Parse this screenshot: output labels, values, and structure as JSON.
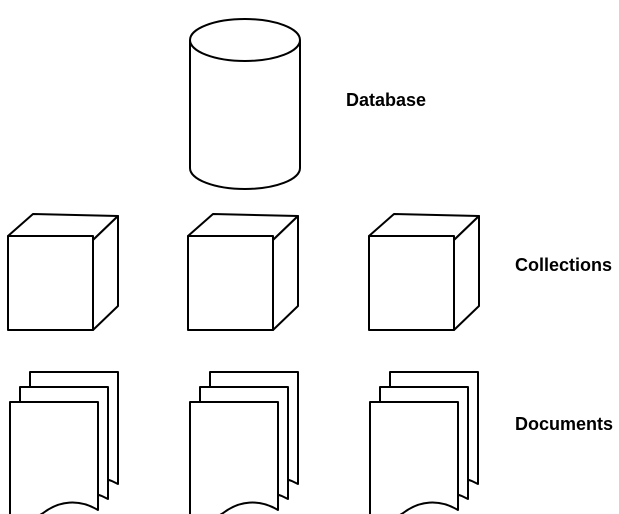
{
  "labels": {
    "database": "Database",
    "collections": "Collections",
    "documents": "Documents"
  },
  "icons": {
    "database": "database-cylinder-icon",
    "collection": "collection-cube-icon",
    "document": "document-stack-icon"
  },
  "colors": {
    "stroke": "#000000",
    "fill": "#ffffff",
    "background": "#ffffff"
  },
  "counts": {
    "collections": 3,
    "document_stacks": 3
  }
}
